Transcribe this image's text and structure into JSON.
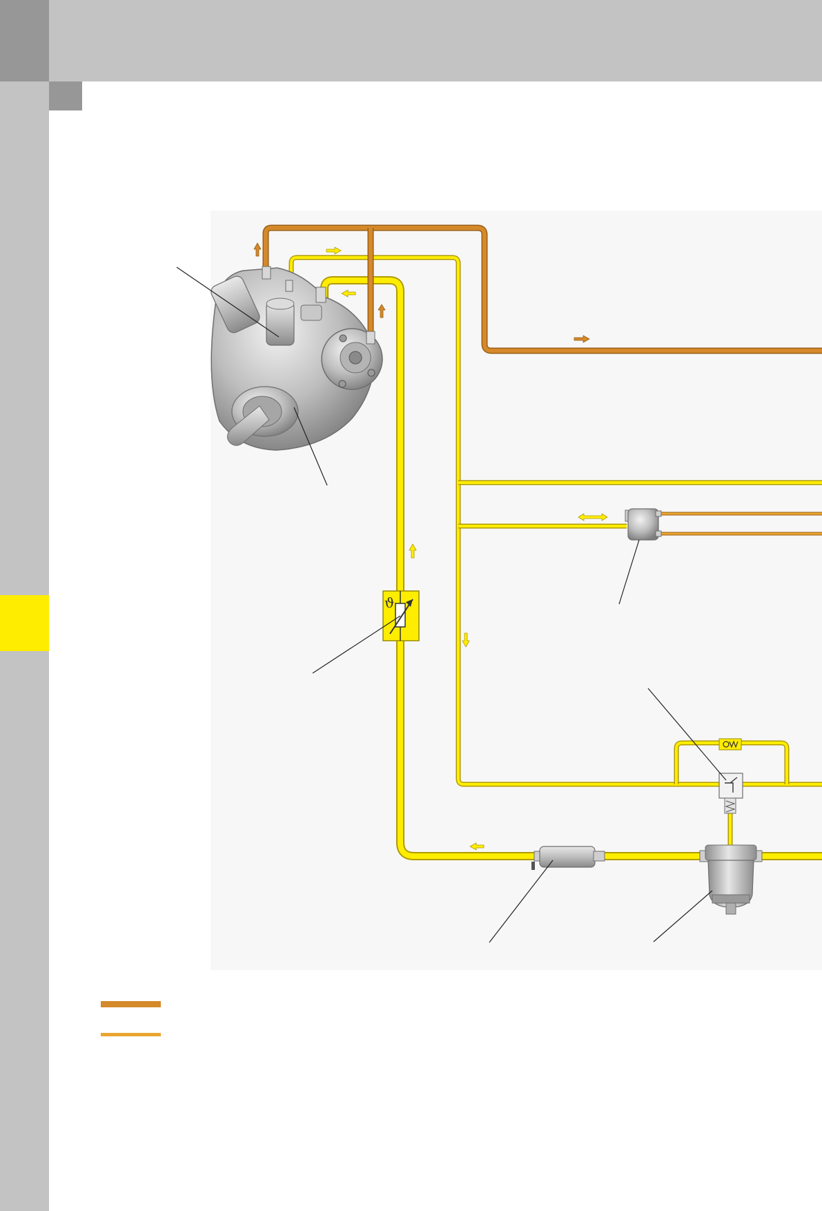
{
  "colors": {
    "high_pressure": "#d4892b",
    "low_pressure": "#ffed00",
    "return_line": "#e8a530",
    "chrome_gray": "#c3c3c3",
    "dark_gray": "#979797",
    "tab_yellow": "#ffed00"
  },
  "legend": {
    "items": [
      {
        "name": "high-pressure-line",
        "color": "#d4892b"
      },
      {
        "name": "low-pressure-line",
        "color": "#e8a530"
      }
    ]
  },
  "components": [
    "high-pressure-pump",
    "fuel-temperature-sensor",
    "pressure-control-unit",
    "thermostat-valve",
    "fuel-heater",
    "fuel-filter"
  ],
  "icons": {
    "temperature_symbol": "ϑ",
    "flow_direction": "arrow-icon",
    "bidirectional_flow": "double-arrow-icon"
  }
}
